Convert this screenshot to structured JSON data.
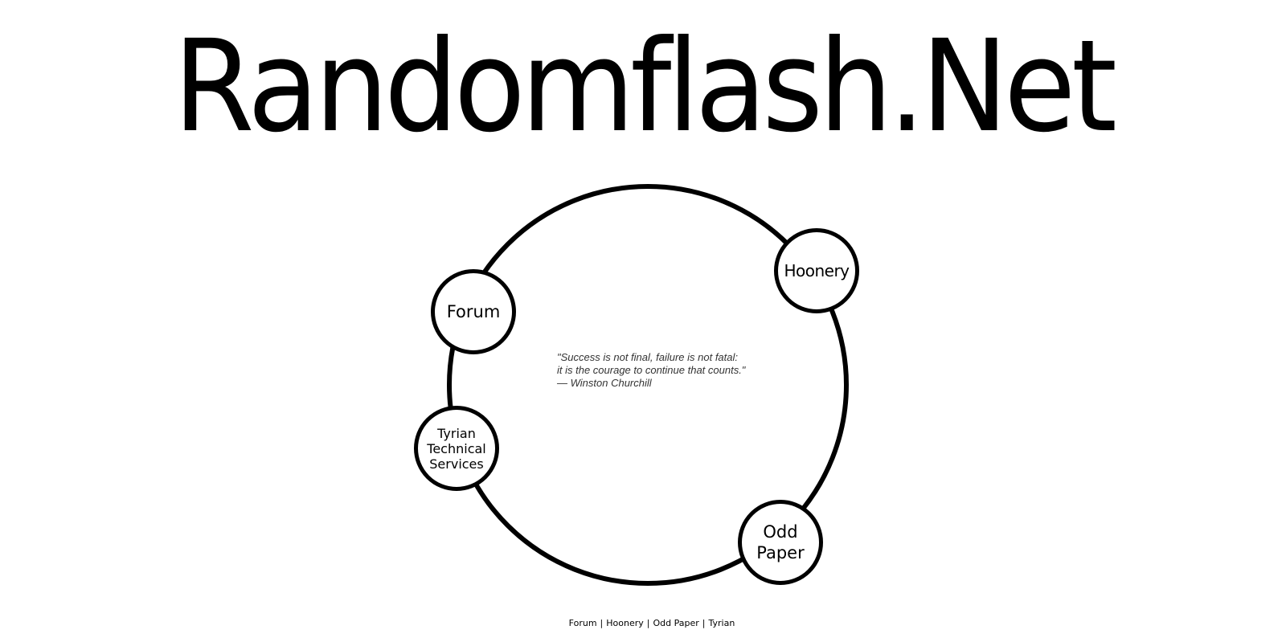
{
  "site": {
    "title": "Randomflash.Net"
  },
  "nodes": [
    {
      "label": "Forum"
    },
    {
      "label": "Hoonery"
    },
    {
      "label": "Tyrian\nTechnical\nServices"
    },
    {
      "label": "Odd\nPaper"
    }
  ],
  "quote": {
    "line1": "\"Success is not final, failure is not fatal:",
    "line2": "it is the courage to continue that counts.\"",
    "attribution": "— Winston Churchill"
  },
  "footer": {
    "links": [
      "Forum",
      "Hoonery",
      "Odd Paper",
      "Tyrian"
    ],
    "separator": "|"
  }
}
